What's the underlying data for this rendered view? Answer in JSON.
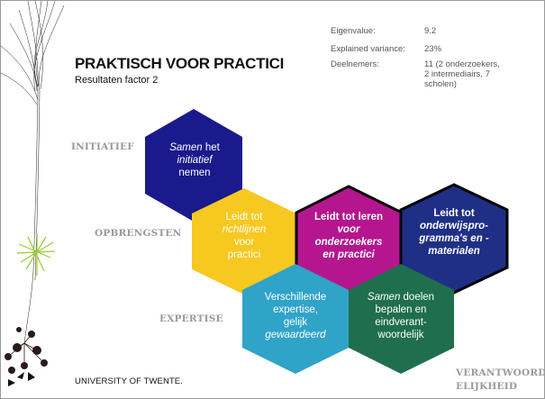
{
  "slide": {
    "title": "PRAKTISCH VOOR PRACTICI",
    "subtitle": "Resultaten factor 2"
  },
  "stats": {
    "eigenvalue_label": "Eigenvalue:",
    "eigenvalue_value": "9.2",
    "variance_label": "Explained variance:",
    "variance_value": "23%",
    "participants_label": "Deelnemers:",
    "participants_line1": "11 (2 onderzoekers,",
    "participants_line2": "2 intermediairs, 7",
    "participants_line3": "scholen)"
  },
  "categories": {
    "initiatief": "INITIATIEF",
    "opbrengsten": "OPBRENGSTEN",
    "expertise": "EXPERTISE",
    "verantwoordelijkheid_line1": "VERANTWOORD-",
    "verantwoordelijkheid_line2": "ELIJKHEID"
  },
  "hexagons": {
    "samen_initiatief": {
      "l1a": "Samen",
      "l1b": " het",
      "l2": "initiatief",
      "l3": "nemen",
      "color": "#1a1a8c"
    },
    "richtlijnen": {
      "l1": "Leidt tot",
      "l2": "richtlijnen",
      "l3": "voor",
      "l4": "practici",
      "color": "#f7c81f"
    },
    "leren": {
      "l1": "Leidt tot leren",
      "l2": "voor",
      "l3": "onderzoekers",
      "l4": "en practici",
      "color": "#b5168f"
    },
    "onderwijs": {
      "l1": "Leidt tot",
      "l2": "onderwijspro-",
      "l3": "gramma's en -",
      "l4": "materialen",
      "color": "#1f2f86"
    },
    "expertise": {
      "l1": "Verschillende",
      "l2": "expertise,",
      "l3": "gelijk",
      "l4": "gewaardeerd",
      "color": "#30a3c9"
    },
    "doelen": {
      "l1a": "Samen",
      "l1b": " doelen",
      "l2": "bepalen en",
      "l3": "eindverant-",
      "l4": "woordelijk",
      "color": "#1f6f4c"
    }
  },
  "footer": {
    "logo_text": "UNIVERSITY OF TWENTE."
  },
  "icons": [
    "ink-plant-decoration-icon",
    "university-logo-icon"
  ]
}
